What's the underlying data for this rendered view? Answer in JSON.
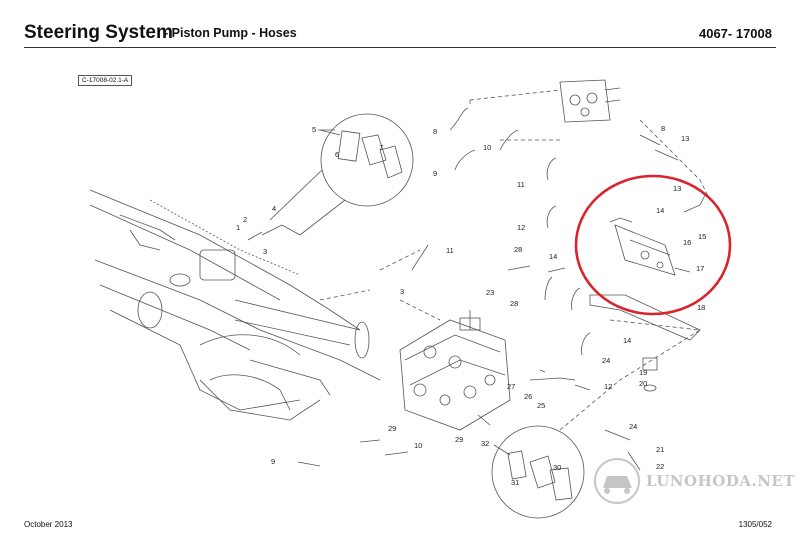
{
  "header": {
    "title": "Steering System",
    "subtitle": "- Piston Pump - Hoses",
    "doc_number": "4067- 17008"
  },
  "reference_code": "C-17008-02.1-A",
  "footer": {
    "date": "October 2013",
    "page_ref": "1305/052"
  },
  "highlight": {
    "color": "#d9232d",
    "shape": "ellipse"
  },
  "watermark": {
    "text": "LUNOHODA.NET"
  },
  "callouts": [
    "1",
    "2",
    "3",
    "4",
    "5",
    "6",
    "7",
    "8",
    "9",
    "10",
    "11",
    "12",
    "13",
    "14",
    "15",
    "16",
    "17",
    "18",
    "19",
    "20",
    "21",
    "22",
    "23",
    "24",
    "25",
    "26",
    "27",
    "28",
    "29",
    "30",
    "31",
    "32"
  ]
}
